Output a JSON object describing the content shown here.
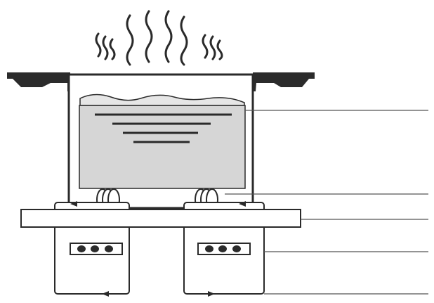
{
  "diagram": {
    "subject": "food-warmer-cross-section",
    "colors": {
      "line": "#2a2a2a",
      "dark_fill": "#2b2b2b",
      "food_fill": "#d6d6d6",
      "leader": "#555555",
      "background": "#ffffff"
    },
    "components": [
      {
        "id": "steam-wisps",
        "icon": "steam-icon"
      },
      {
        "id": "counter-top",
        "icon": "counter-icon"
      },
      {
        "id": "food-pan",
        "icon": "pan-icon"
      },
      {
        "id": "food-contents",
        "icon": "food-icon"
      },
      {
        "id": "heating-coil",
        "icon": "coil-icon",
        "count": 2
      },
      {
        "id": "base-plate",
        "icon": "plate-icon"
      },
      {
        "id": "heater-unit",
        "icon": "heater-box-icon",
        "count": 2
      },
      {
        "id": "control-panel",
        "icon": "dial-icon",
        "count": 2
      }
    ],
    "leader_lines": [
      {
        "id": "leader-food"
      },
      {
        "id": "leader-coil"
      },
      {
        "id": "leader-plate"
      },
      {
        "id": "leader-control"
      },
      {
        "id": "leader-base"
      }
    ]
  }
}
